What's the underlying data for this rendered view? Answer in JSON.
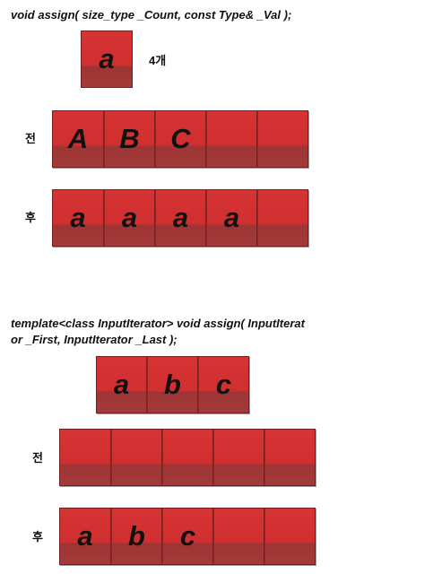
{
  "section1": {
    "signature": "void assign( size_type _Count, const Type& _Val );",
    "source_value": "a",
    "count_label": "4개",
    "before_label": "전",
    "before_cells": [
      "A",
      "B",
      "C",
      "",
      ""
    ],
    "after_label": "후",
    "after_cells": [
      "a",
      "a",
      "a",
      "a",
      ""
    ]
  },
  "section2": {
    "signature_line1": "template<class InputIterator> void assign( InputIterat",
    "signature_line2": "or _First, InputIterator _Last );",
    "source_cells": [
      "a",
      "b",
      "c"
    ],
    "before_label": "전",
    "before_cells": [
      "",
      "",
      "",
      "",
      ""
    ],
    "after_label": "후",
    "after_cells": [
      "a",
      "b",
      "c",
      "",
      ""
    ]
  },
  "colors": {
    "cell_top": "#d63434",
    "cell_bottom": "#a33a3a",
    "cell_border": "#7a1f1f"
  }
}
